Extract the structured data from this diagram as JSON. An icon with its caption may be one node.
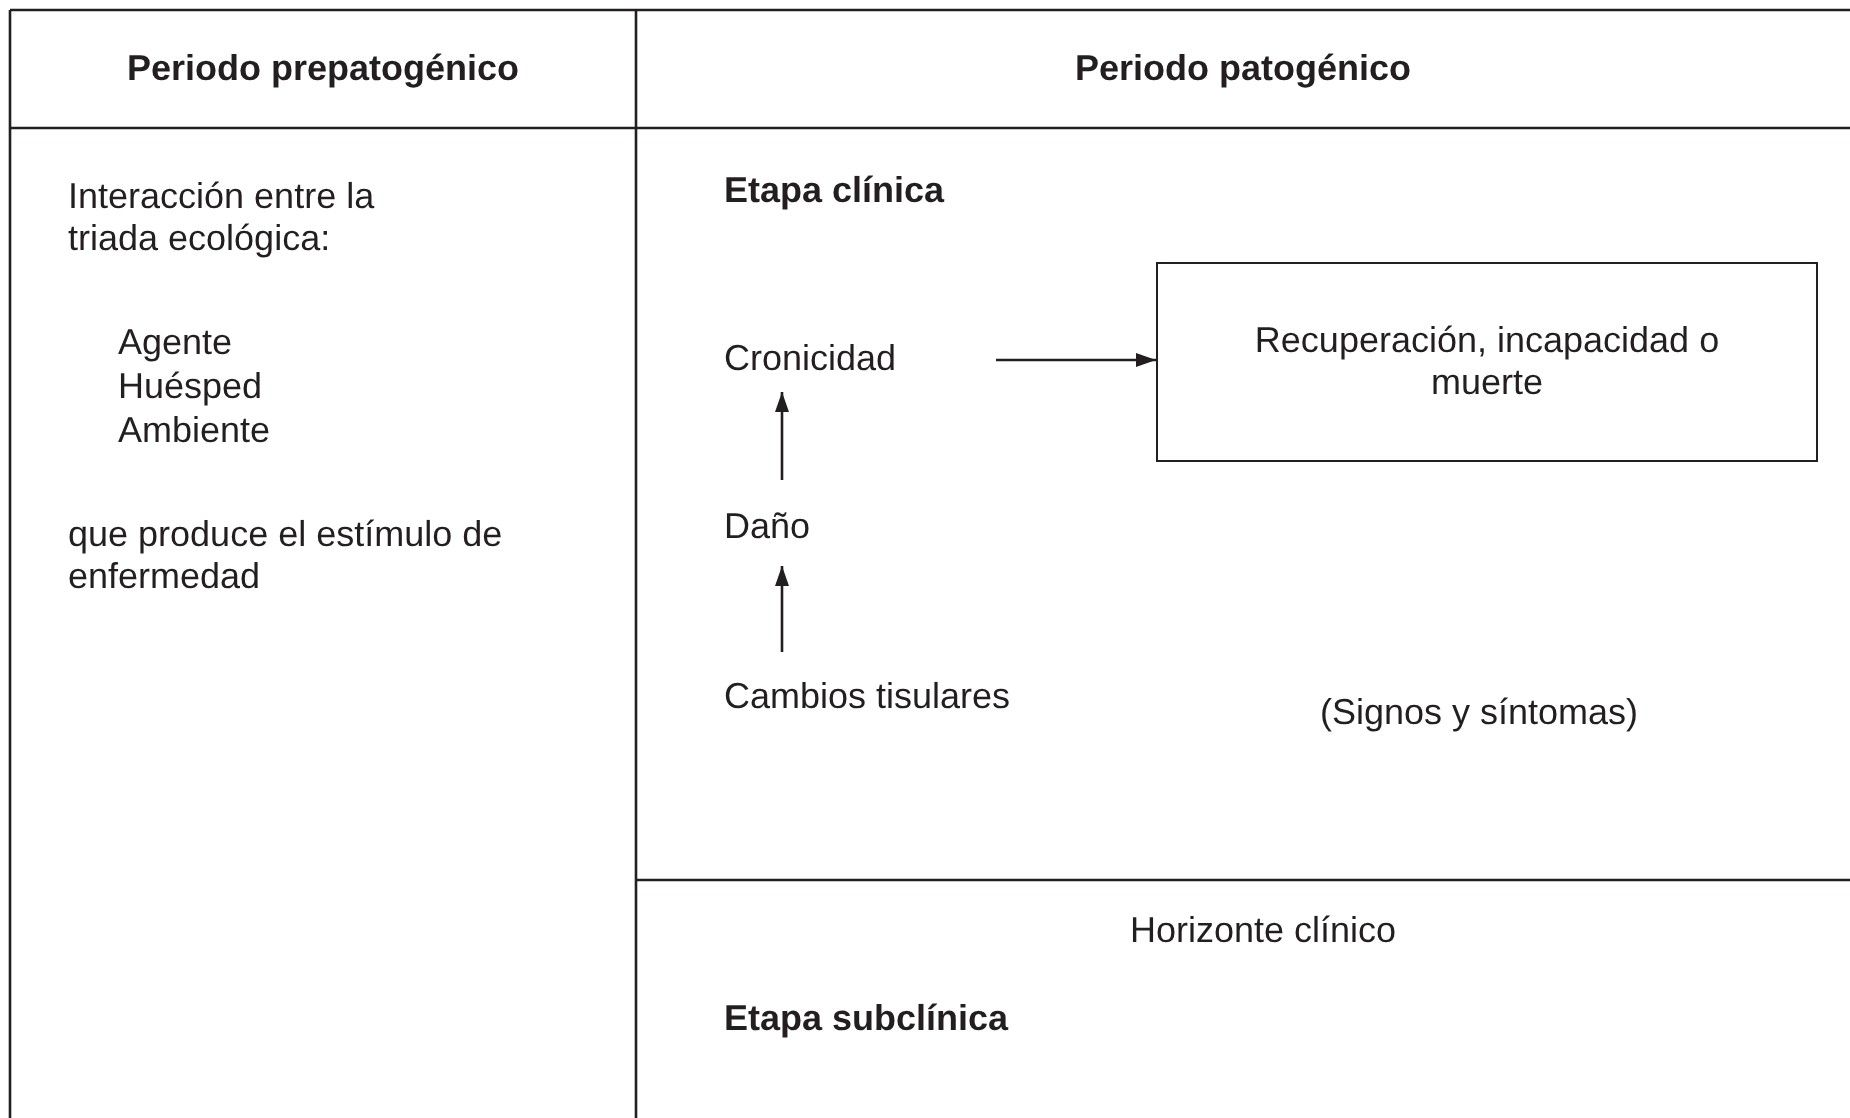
{
  "diagram": {
    "nodes": [
      {
        "text": [
          "Cronicidad"
        ]
      },
      {
        "text": [
          "Recuperación, incapacidad o muerte"
        ]
      },
      {
        "text": [
          "Daño"
        ]
      },
      {
        "text": [
          "Cambios tisulares"
        ]
      }
    ],
    "edges": [
      {
        "from": 0,
        "to": 1,
        "arrow": "to"
      },
      {
        "from": 2,
        "to": 0,
        "arrow": "to"
      },
      {
        "from": 3,
        "to": 2,
        "arrow": "to"
      }
    ],
    "labels": [
      "Periodo prepatogénico",
      "Periodo patogénico",
      "Interacción entre la triada ecológica:",
      "Agente",
      "Huésped",
      "Ambiente",
      "que produce el estímulo de enfermedad",
      "Etapa clínica",
      "(Signos y síntomas)",
      "Horizonte clínico",
      "Etapa subclínica"
    ]
  }
}
